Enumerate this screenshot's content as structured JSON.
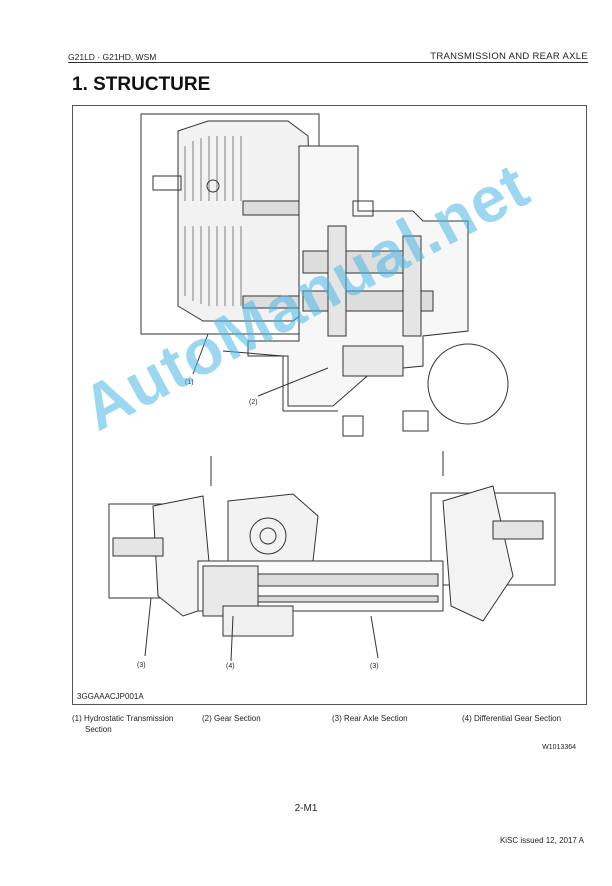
{
  "header": {
    "model": "G21LD · G21HD, WSM",
    "section": "TRANSMISSION AND REAR AXLE"
  },
  "title": "1.  STRUCTURE",
  "figure": {
    "callouts": [
      "(1)",
      "(2)",
      "(3)",
      "(4)",
      "(3)"
    ],
    "code": "3GGAAACJP001A"
  },
  "legend": [
    {
      "num": "(1)",
      "text": "Hydrostatic Transmission",
      "text2": "Section"
    },
    {
      "num": "(2)",
      "text": "Gear Section"
    },
    {
      "num": "(3)",
      "text": "Rear Axle Section"
    },
    {
      "num": "(4)",
      "text": "Differential Gear Section"
    }
  ],
  "doc_id": "W1013364",
  "page_number": "2-M1",
  "footer": "KiSC issued 12, 2017 A",
  "watermark": "AutoManual.net"
}
